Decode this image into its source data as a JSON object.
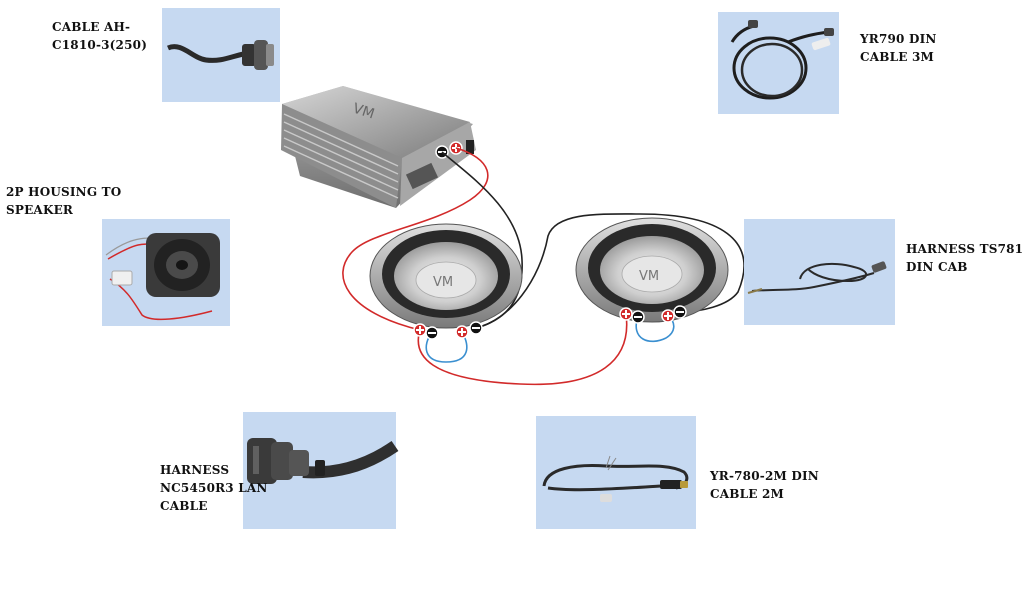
{
  "labels": {
    "cable_ah": [
      "CABLE AH-",
      "C1810-3(250)"
    ],
    "yr790": [
      "YR790 DIN",
      "CABLE 3M"
    ],
    "housing": [
      "2P HOUSING TO",
      "SPEAKER"
    ],
    "ts781": [
      "HARNESS TS781",
      "DIN CAB"
    ],
    "nc5450": [
      "HARNESS",
      "NC5450R3 LAN",
      "CABLE"
    ],
    "yr780": [
      "YR-780-2M DIN",
      "CABLE 2M"
    ]
  },
  "colors": {
    "thumb_background": "#c6d9f1",
    "positive_wire": "#d22a2a",
    "negative_wire": "#222222",
    "bridge_wire": "#3a8fd0",
    "amplifier_body": "#9a9a9a"
  },
  "icons": {
    "amplifier": "amplifier-icon",
    "subwoofer": "subwoofer-icon",
    "positive_terminal": "plus-icon",
    "negative_terminal": "minus-icon",
    "logo_mark": "vm-logo-icon"
  }
}
